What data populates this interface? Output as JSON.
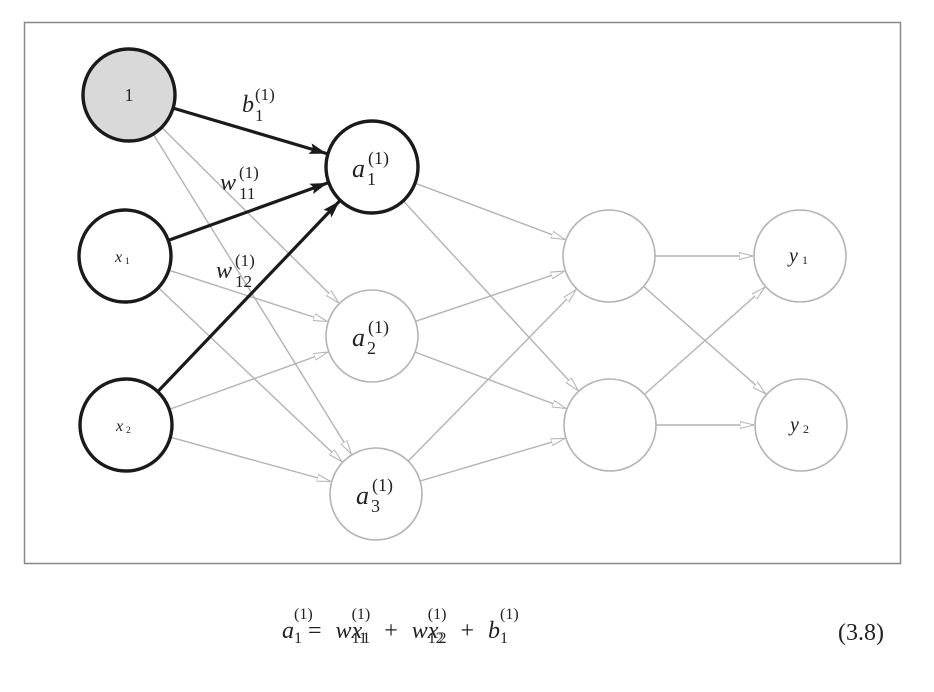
{
  "diagram": {
    "title": "Neural network: signal transmission from input layer to first hidden layer",
    "colors": {
      "highlight": "#1a1a1a",
      "inactive": "#b3b3b3",
      "bias_fill": "#d9d9d9",
      "frame": "#888888"
    },
    "nodes": {
      "bias": {
        "label": "1"
      },
      "x1": {
        "label": "x",
        "sub": "1"
      },
      "x2": {
        "label": "x",
        "sub": "2"
      },
      "a1": {
        "label": "a",
        "sub": "1",
        "sup": "(1)"
      },
      "a2": {
        "label": "a",
        "sub": "2",
        "sup": "(1)"
      },
      "a3": {
        "label": "a",
        "sub": "3",
        "sup": "(1)"
      },
      "h1": {
        "label": ""
      },
      "h2": {
        "label": ""
      },
      "y1": {
        "label": "y",
        "sub": "1"
      },
      "y2": {
        "label": "y",
        "sub": "2"
      }
    },
    "edges": [
      {
        "from": "bias",
        "to": "a1",
        "highlight": true
      },
      {
        "from": "x1",
        "to": "a1",
        "highlight": true
      },
      {
        "from": "x2",
        "to": "a1",
        "highlight": true
      },
      {
        "from": "bias",
        "to": "a2",
        "highlight": false
      },
      {
        "from": "bias",
        "to": "a3",
        "highlight": false
      },
      {
        "from": "x1",
        "to": "a2",
        "highlight": false
      },
      {
        "from": "x1",
        "to": "a3",
        "highlight": false
      },
      {
        "from": "x2",
        "to": "a2",
        "highlight": false
      },
      {
        "from": "x2",
        "to": "a3",
        "highlight": false
      },
      {
        "from": "a1",
        "to": "h1",
        "highlight": false
      },
      {
        "from": "a1",
        "to": "h2",
        "highlight": false
      },
      {
        "from": "a2",
        "to": "h1",
        "highlight": false
      },
      {
        "from": "a2",
        "to": "h2",
        "highlight": false
      },
      {
        "from": "a3",
        "to": "h1",
        "highlight": false
      },
      {
        "from": "a3",
        "to": "h2",
        "highlight": false
      },
      {
        "from": "h1",
        "to": "y1",
        "highlight": false
      },
      {
        "from": "h1",
        "to": "y2",
        "highlight": false
      },
      {
        "from": "h2",
        "to": "y1",
        "highlight": false
      },
      {
        "from": "h2",
        "to": "y2",
        "highlight": false
      }
    ],
    "edge_labels": {
      "b1": {
        "base": "b",
        "sub": "1",
        "sup": "(1)"
      },
      "w11": {
        "base": "w",
        "sub": "11",
        "sup": "(1)"
      },
      "w12": {
        "base": "w",
        "sub": "12",
        "sup": "(1)"
      }
    }
  },
  "equation": {
    "lhs": {
      "base": "a",
      "sub": "1",
      "sup": "(1)"
    },
    "equals": "=",
    "term1": {
      "base": "w",
      "sub": "11",
      "sup": "(1)",
      "var": "x",
      "var_sub": "1"
    },
    "plus1": "+",
    "term2": {
      "base": "w",
      "sub": "12",
      "sup": "(1)",
      "var": "x",
      "var_sub": "2"
    },
    "plus2": "+",
    "bias": {
      "base": "b",
      "sub": "1",
      "sup": "(1)"
    },
    "number": "(3.8)"
  }
}
